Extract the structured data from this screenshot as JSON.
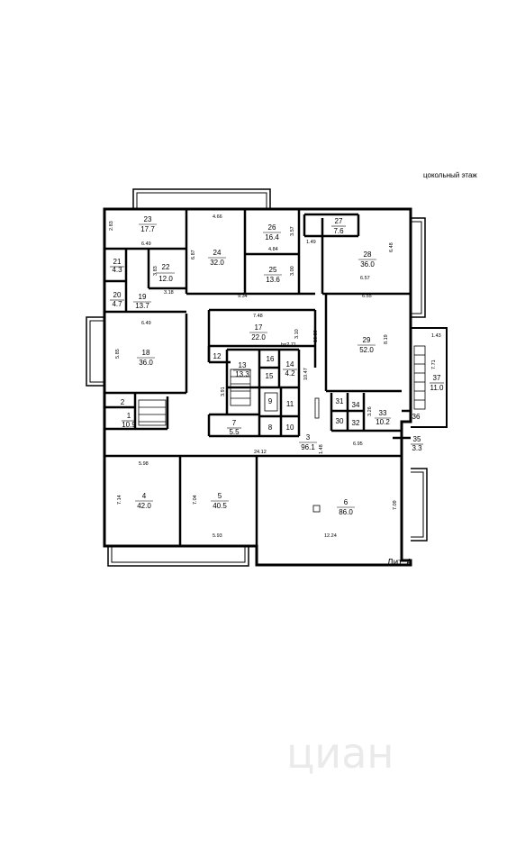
{
  "floor_title": "цокольный этаж",
  "lit_label": "Лит. А",
  "watermark": "циан",
  "rooms": [
    {
      "num": "23",
      "area": "17.7"
    },
    {
      "num": "24",
      "area": "32.0"
    },
    {
      "num": "26",
      "area": "16.4"
    },
    {
      "num": "27",
      "area": "7.6"
    },
    {
      "num": "28",
      "area": "36.0"
    },
    {
      "num": "21",
      "area": "4.3"
    },
    {
      "num": "22",
      "area": "12.0"
    },
    {
      "num": "25",
      "area": "13.6"
    },
    {
      "num": "20",
      "area": "4.7"
    },
    {
      "num": "19",
      "area": "13.7"
    },
    {
      "num": "17",
      "area": "22.0"
    },
    {
      "num": "29",
      "area": "52.0"
    },
    {
      "num": "18",
      "area": "36.0"
    },
    {
      "num": "13",
      "area": "13.3"
    },
    {
      "num": "14",
      "area": "4.2"
    },
    {
      "num": "1",
      "area": "10.9"
    },
    {
      "num": "7",
      "area": "5.5"
    },
    {
      "num": "33",
      "area": "10.2"
    },
    {
      "num": "37",
      "area": "11.0"
    },
    {
      "num": "3",
      "area": "96.1"
    },
    {
      "num": "35",
      "area": "3.3"
    },
    {
      "num": "4",
      "area": "42.0"
    },
    {
      "num": "5",
      "area": "40.5"
    },
    {
      "num": "6",
      "area": "86.0"
    }
  ],
  "room_numbers_only": [
    "2",
    "12",
    "16",
    "15",
    "9",
    "11",
    "8",
    "10",
    "31",
    "34",
    "30",
    "32",
    "36"
  ],
  "dimensions": [
    "2.83",
    "4.66",
    "6.49",
    "6.87",
    "4.84",
    "3.57",
    "1.49",
    "6.48",
    "6.57",
    "3.83",
    "3.18",
    "3.00",
    "9.34",
    "6.55",
    "7.48",
    "3.10",
    "16.89",
    "h=2.71",
    "8.19",
    "1.43",
    "7.71",
    "6.49",
    "5.85",
    "3.91",
    "10.47",
    "3.26",
    "1.48",
    "6.95",
    "24.12",
    "5.98",
    "7.14",
    "7.04",
    "7.09",
    "5.93",
    "12.24"
  ]
}
